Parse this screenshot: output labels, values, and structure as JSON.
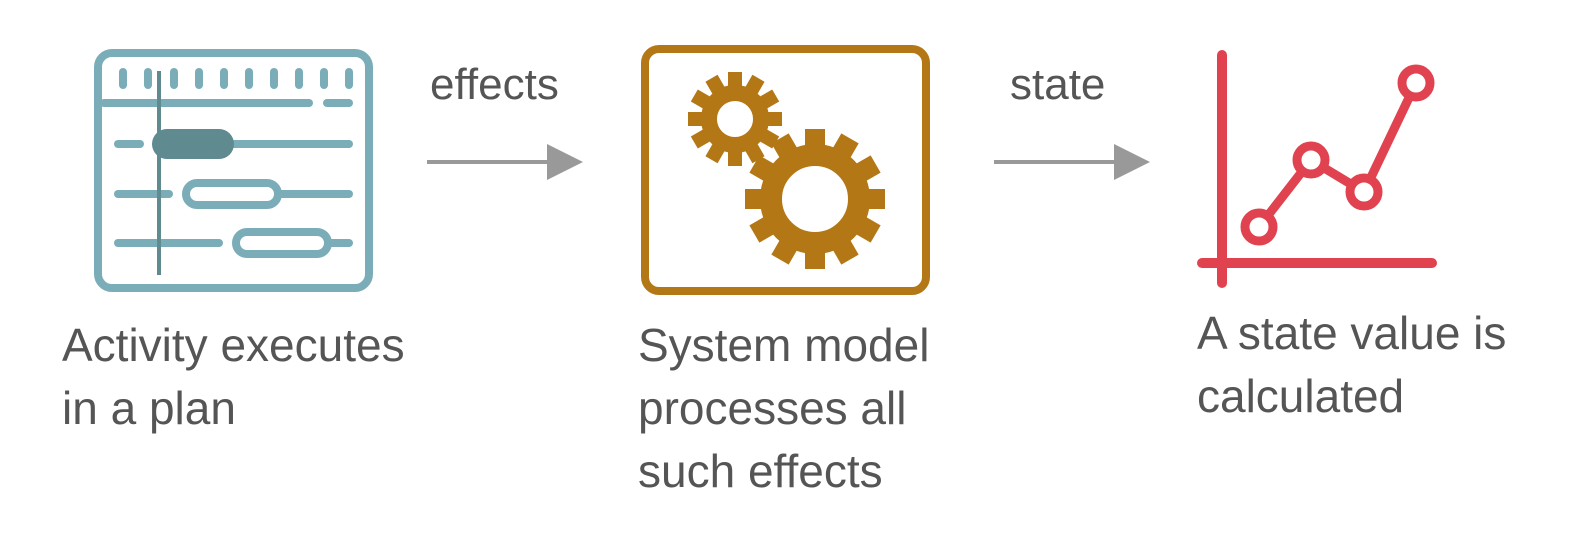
{
  "steps": [
    {
      "icon": "gantt-chart-icon",
      "caption": [
        "Activity executes",
        "in a plan"
      ],
      "color": "#7BADB9",
      "accent": "#5E8A90"
    },
    {
      "icon": "gears-icon",
      "caption": [
        "System model",
        "processes all",
        "such effects"
      ],
      "color": "#B37716"
    },
    {
      "icon": "line-chart-icon",
      "caption": [
        "A state value is",
        "calculated"
      ],
      "color": "#E0434F"
    }
  ],
  "edges": [
    {
      "label": "effects",
      "color": "#999999"
    },
    {
      "label": "state",
      "color": "#999999"
    }
  ]
}
